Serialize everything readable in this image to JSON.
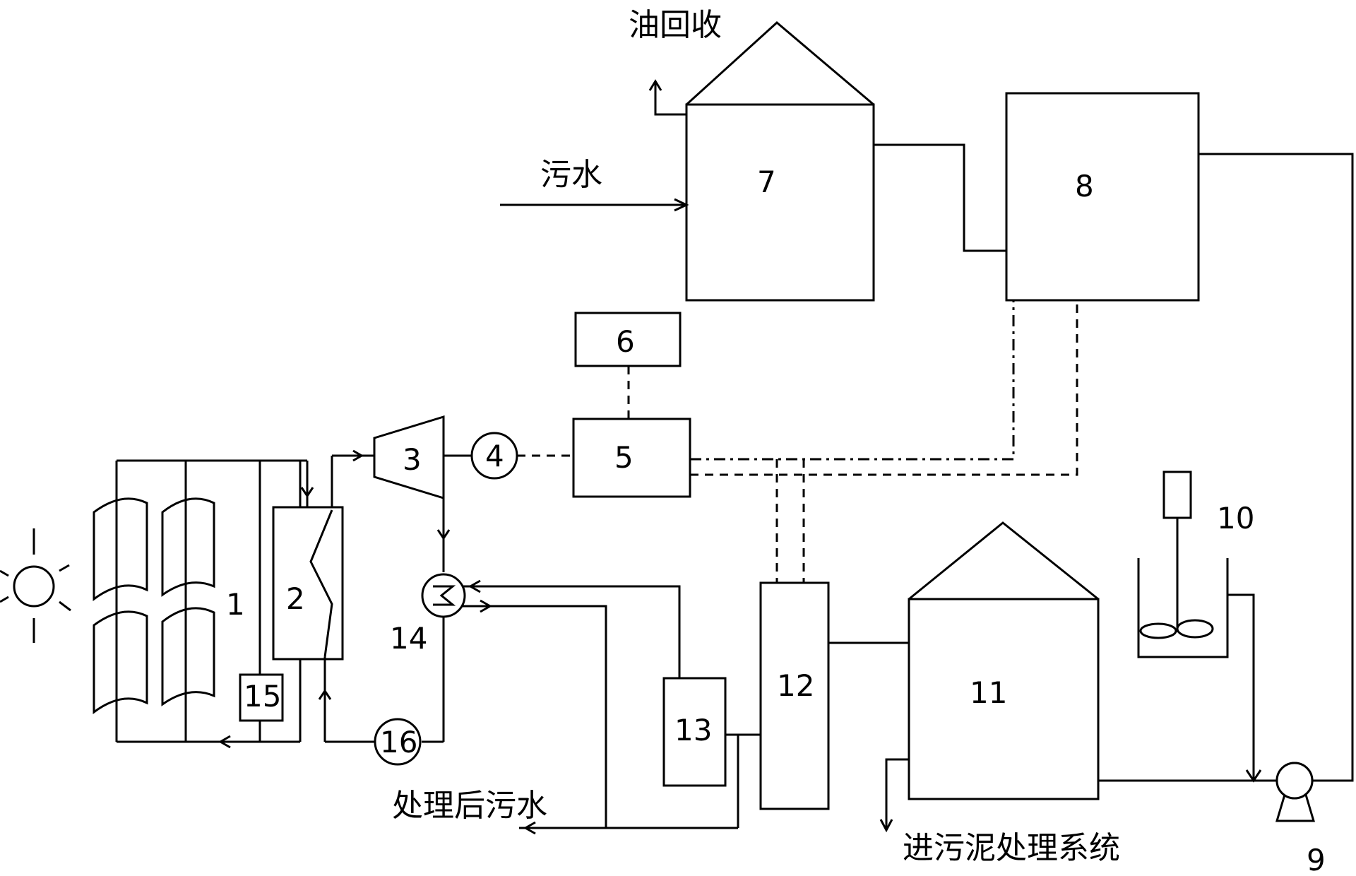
{
  "labels": {
    "oil_recovery": "油回收",
    "sewage": "污水",
    "treated_sewage": "处理后污水",
    "to_sludge_system": "进污泥处理系统"
  },
  "units": {
    "u1": "1",
    "u2": "2",
    "u3": "3",
    "u4": "4",
    "u5": "5",
    "u6": "6",
    "u7": "7",
    "u8": "8",
    "u9": "9",
    "u10": "10",
    "u11": "11",
    "u12": "12",
    "u13": "13",
    "u14": "14",
    "u15": "15",
    "u16": "16"
  }
}
